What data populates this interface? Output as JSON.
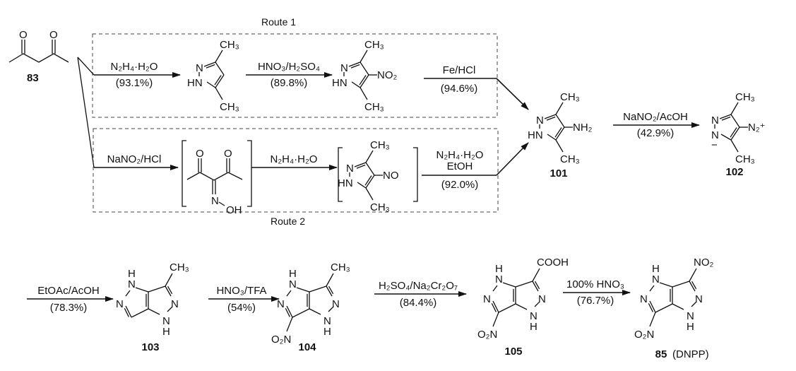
{
  "routes": {
    "route1": "Route 1",
    "route2": "Route 2"
  },
  "compounds": {
    "c83": "83",
    "c101": "101",
    "c102": "102",
    "c103": "103",
    "c104": "104",
    "c105": "105",
    "c85": "85",
    "c85_name": "(DNPP)"
  },
  "reactions": [
    {
      "id": "r1",
      "reagent": "N₂H₄·H₂O",
      "yield": "(93.1%)"
    },
    {
      "id": "r2",
      "reagent": "HNO₃/H₂SO₄",
      "yield": "(89.8%)"
    },
    {
      "id": "r3",
      "reagent": "Fe/HCl",
      "yield": "(94.6%)"
    },
    {
      "id": "r4",
      "reagent": "NaNO₂/HCl",
      "yield": ""
    },
    {
      "id": "r5",
      "reagent": "N₂H₄·H₂O",
      "yield": ""
    },
    {
      "id": "r6",
      "reagent": "N₂H₄·H₂O",
      "reagent2": "EtOH",
      "yield": "(92.0%)"
    },
    {
      "id": "r7",
      "reagent": "NaNO₂/AcOH",
      "yield": "(42.9%)"
    },
    {
      "id": "r8",
      "reagent": "EtOAc/AcOH",
      "yield": "(78.3%)"
    },
    {
      "id": "r9",
      "reagent": "HNO₃/TFA",
      "yield": "(54%)"
    },
    {
      "id": "r10",
      "reagent": "H₂SO₄/Na₂Cr₂O₇",
      "yield": "(84.4%)"
    },
    {
      "id": "r11",
      "reagent": "100% HNO₃",
      "yield": "(76.7%)"
    }
  ],
  "atoms": {
    "O": "O",
    "N": "N",
    "HN": "HN",
    "H": "H",
    "CH3": "CH₃",
    "NO2": "NO₂",
    "O2N": "O₂N",
    "NH2": "NH₂",
    "NO": "NO",
    "N2plus": "N₂⁺",
    "minus": "−",
    "OH": "OH",
    "COOH": "COOH"
  }
}
